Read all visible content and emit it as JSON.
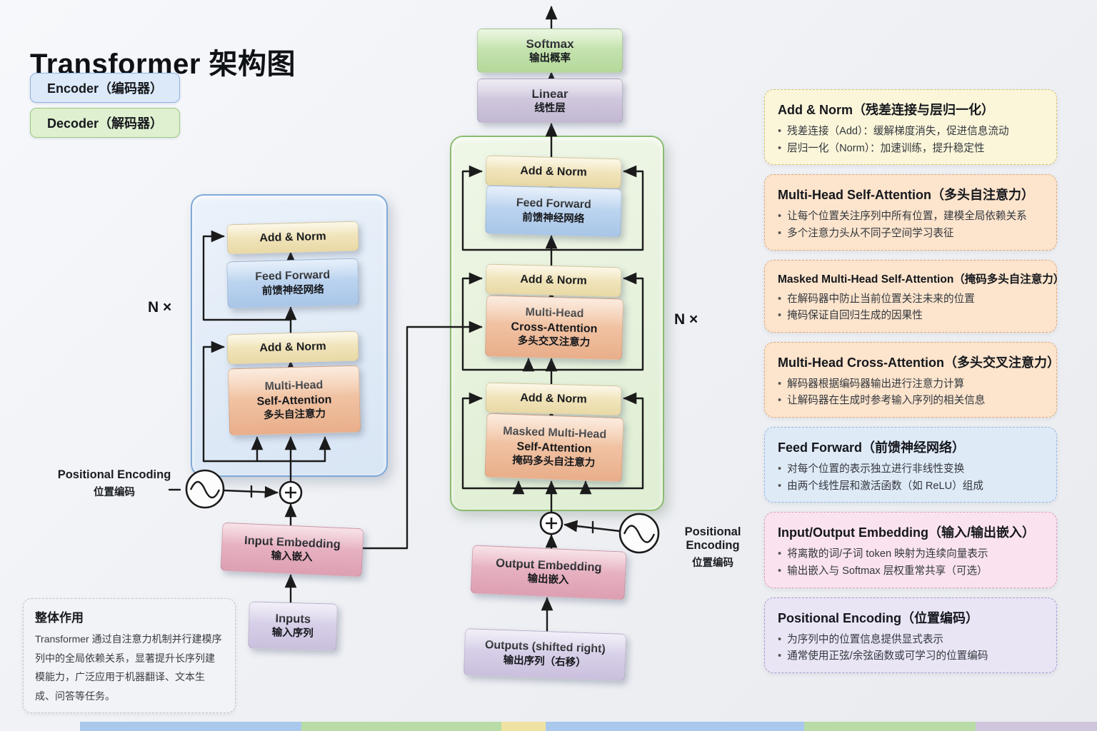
{
  "title": "Transformer 架构图",
  "legend": {
    "encoder": "Encoder（编码器）",
    "decoder": "Decoder（解码器）"
  },
  "n_label_left": "N ×",
  "n_label_right": "N ×",
  "positional_left": {
    "en": "Positional Encoding",
    "zh": "位置编码"
  },
  "positional_right": {
    "en": "Positional Encoding",
    "zh": "位置编码"
  },
  "blocks": {
    "softmax": {
      "en": "Softmax",
      "zh": "输出概率"
    },
    "linear": {
      "en": "Linear",
      "zh": "线性层"
    },
    "enc_add_norm_top": "Add & Norm",
    "enc_feed_forward": {
      "en": "Feed Forward",
      "zh": "前馈神经网络"
    },
    "enc_add_norm_bottom": "Add & Norm",
    "enc_self_attention": {
      "en1": "Multi-Head",
      "en2": "Self-Attention",
      "zh": "多头自注意力"
    },
    "dec_add_norm_top": "Add & Norm",
    "dec_feed_forward": {
      "en": "Feed Forward",
      "zh": "前馈神经网络"
    },
    "dec_add_norm_mid": "Add & Norm",
    "dec_cross_attention": {
      "en1": "Multi-Head",
      "en2": "Cross-Attention",
      "zh": "多头交叉注意力"
    },
    "dec_add_norm_bottom": "Add & Norm",
    "dec_masked_attention": {
      "en1": "Masked Multi-Head",
      "en2": "Self-Attention",
      "zh": "掩码多头自注意力"
    },
    "input_embedding": {
      "en": "Input Embedding",
      "zh": "输入嵌入"
    },
    "inputs": {
      "en": "Inputs",
      "zh": "输入序列"
    },
    "output_embedding": {
      "en": "Output Embedding",
      "zh": "输出嵌入"
    },
    "outputs": {
      "en": "Outputs (shifted right)",
      "zh": "输出序列（右移）"
    }
  },
  "cards": [
    {
      "id": "add-norm",
      "theme": "yellow",
      "title": "Add & Norm（残差连接与层归一化）",
      "bullets": [
        "残差连接（Add）：缓解梯度消失，促进信息流动",
        "层归一化（Norm）：加速训练，提升稳定性"
      ]
    },
    {
      "id": "multi-head-self-attention",
      "theme": "orange",
      "title": "Multi-Head Self-Attention（多头自注意力）",
      "bullets": [
        "让每个位置关注序列中所有位置，建模全局依赖关系",
        "多个注意力头从不同子空间学习表征"
      ]
    },
    {
      "id": "masked-multi-head-self-attention",
      "theme": "orange",
      "title": "Masked Multi-Head Self-Attention（掩码多头自注意力）",
      "bullets": [
        "在解码器中防止当前位置关注未来的位置",
        "掩码保证自回归生成的因果性"
      ]
    },
    {
      "id": "multi-head-cross-attention",
      "theme": "orange",
      "title": "Multi-Head Cross-Attention（多头交叉注意力）",
      "bullets": [
        "解码器根据编码器输出进行注意力计算",
        "让解码器在生成时参考输入序列的相关信息"
      ]
    },
    {
      "id": "feed-forward",
      "theme": "blue",
      "title": "Feed Forward（前馈神经网络）",
      "bullets": [
        "对每个位置的表示独立进行非线性变换",
        "由两个线性层和激活函数（如 ReLU）组成"
      ]
    },
    {
      "id": "input-output-embedding",
      "theme": "pink",
      "title": "Input/Output Embedding（输入/输出嵌入）",
      "bullets": [
        "将离散的词/子词 token 映射为连续向量表示",
        "输出嵌入与 Softmax 层权重常共享（可选）"
      ]
    },
    {
      "id": "positional-encoding",
      "theme": "purple",
      "title": "Positional Encoding（位置编码）",
      "bullets": [
        "为序列中的位置信息提供显式表示",
        "通常使用正弦/余弦函数或可学习的位置编码"
      ]
    }
  ],
  "overview": {
    "title": "整体作用",
    "body": "Transformer 通过自注意力机制并行建模序列中的全局依赖关系，显著提升长序列建模能力，广泛应用于机器翻译、文本生成、问答等任务。"
  },
  "colors": {
    "encoder_fill": "#dfe9f6",
    "encoder_border": "#7fa9d8",
    "decoder_fill": "#e9f3e0",
    "decoder_border": "#8abb6e",
    "add_norm_block": "#f0e3b9",
    "feed_forward_block": "#b9d1ee",
    "attention_block": "#f0c1a0",
    "softmax_block": "#c4e0ab",
    "linear_block": "#cfc6dd",
    "embedding_block": "#e5b0c0",
    "sequence_block": "#d6cfe8",
    "card_yellow": "#fbf6da",
    "card_orange": "#fce4cd",
    "card_blue": "#dfeaf7",
    "card_pink": "#fae3ef",
    "card_purple": "#e9e5f5",
    "wire": "#1b1b1b"
  }
}
